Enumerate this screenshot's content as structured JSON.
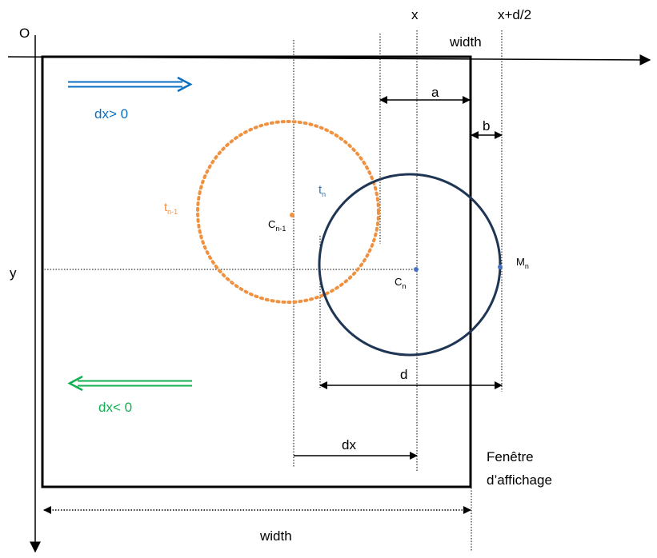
{
  "labels": {
    "origin": "O",
    "x_top": "x",
    "x_plus": "x+d/2",
    "width_top": "width",
    "width_bottom": "width",
    "y_axis": "y",
    "a": "a",
    "b": "b",
    "d": "d",
    "dx": "dx",
    "dx_positive": "dx> 0",
    "dx_negative": "dx< 0",
    "window_line1": "Fenêtre",
    "window_line2": "d’affichage",
    "prev_circle": "t",
    "prev_circle_sub": "n-1",
    "curr_circle": "t",
    "curr_circle_sub": "n",
    "prev_center": "C",
    "prev_center_sub": "n-1",
    "curr_center": "C",
    "curr_center_sub": "n",
    "edge_point": "M",
    "edge_point_sub": "n"
  },
  "colors": {
    "axes": "#000000",
    "window_border": "#000000",
    "prev_circle": "#f0913f",
    "curr_circle": "#1f3554",
    "center_dot": "#4472c4",
    "arrow_positive": "#0b6fc1",
    "arrow_negative": "#10b050",
    "label_positive": "#0b6fc1",
    "label_negative": "#10b050",
    "label_prev": "#f0913f",
    "label_curr": "#2e75b6"
  }
}
